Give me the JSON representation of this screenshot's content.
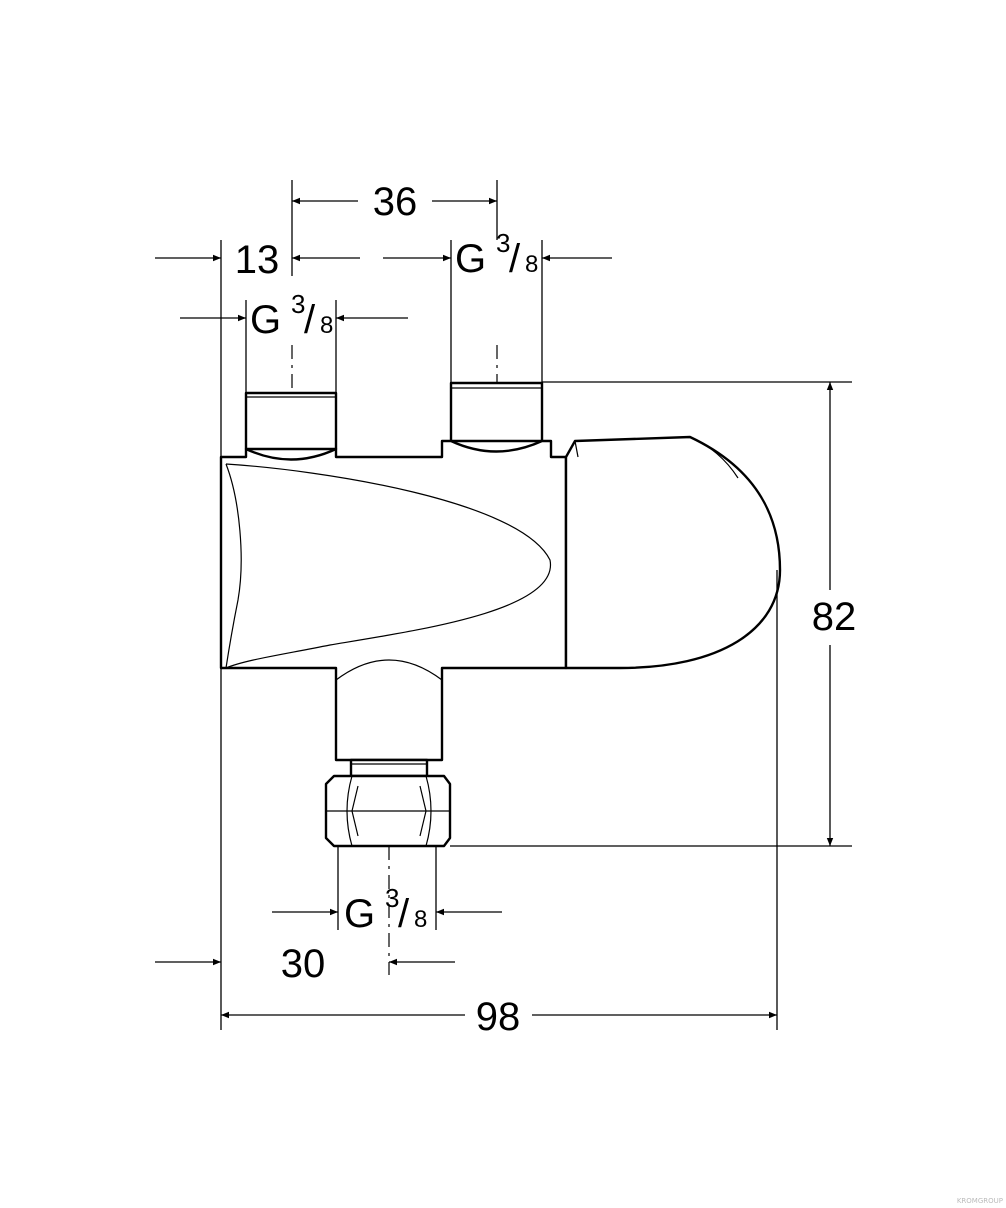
{
  "dimensions": {
    "d36": "36",
    "d13": "13",
    "d82": "82",
    "d30": "30",
    "d98": "98"
  },
  "thread": {
    "letter": "G",
    "numerator": "3",
    "slash": "/",
    "denominator": "8"
  },
  "watermark": "KROMGROUP"
}
